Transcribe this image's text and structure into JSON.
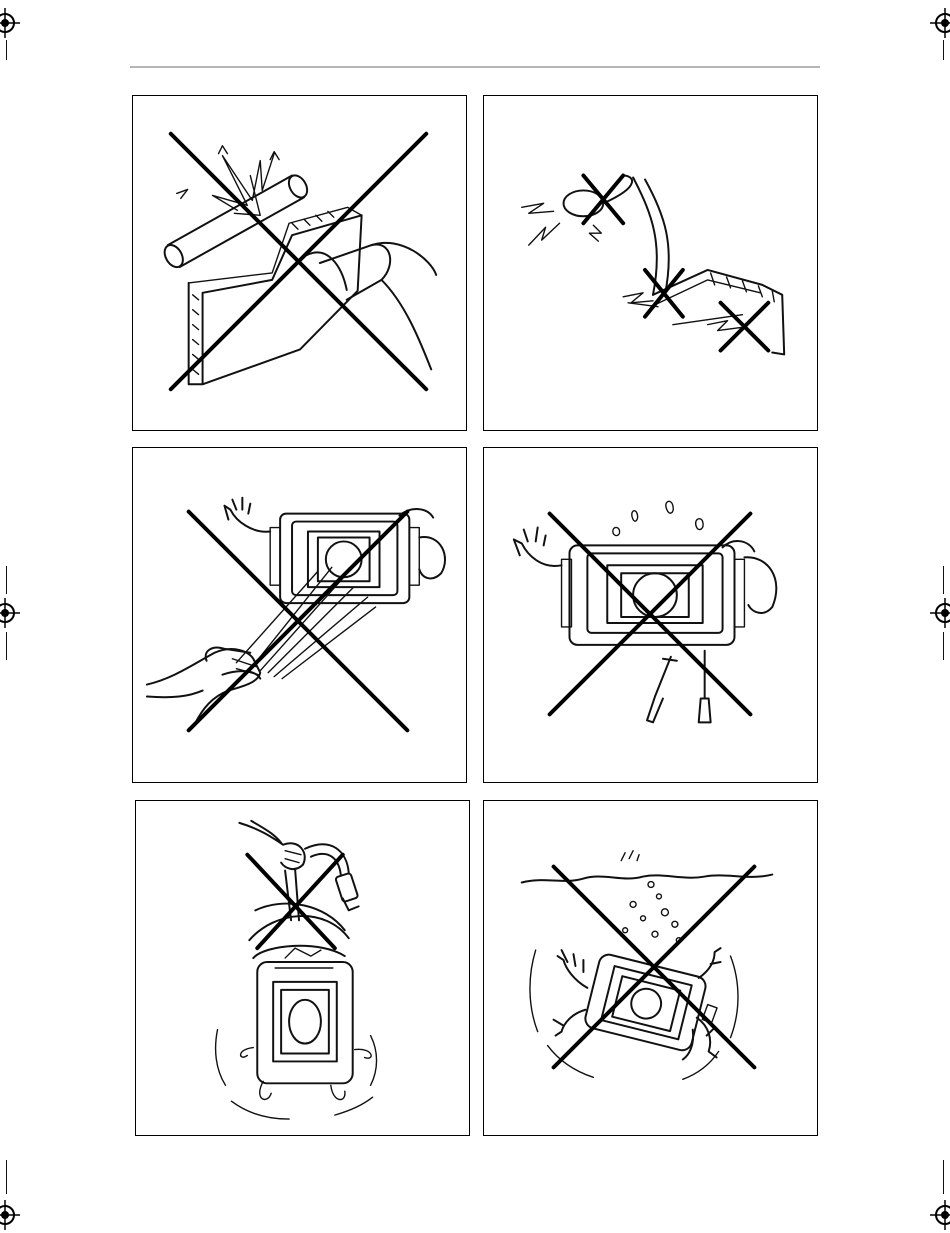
{
  "page": {
    "header_rule": true,
    "colors": {
      "line": "#111111",
      "rule": "#b5b5b5",
      "paper": "#ffffff"
    }
  },
  "panels": [
    {
      "id": "impact",
      "icon": "pipe-striking-camera-icon",
      "prohibited": true
    },
    {
      "id": "cable-strain",
      "icon": "cable-bending-icon",
      "prohibited": true
    },
    {
      "id": "spray-cleaning",
      "icon": "aerosol-spray-on-camera-icon",
      "prohibited": true
    },
    {
      "id": "disassembly",
      "icon": "screwdriver-disassembly-icon",
      "prohibited": true
    },
    {
      "id": "carry-by-cable",
      "icon": "camera-hanging-by-cable-icon",
      "prohibited": true
    },
    {
      "id": "submersion",
      "icon": "camera-submerged-in-water-icon",
      "prohibited": true
    }
  ]
}
